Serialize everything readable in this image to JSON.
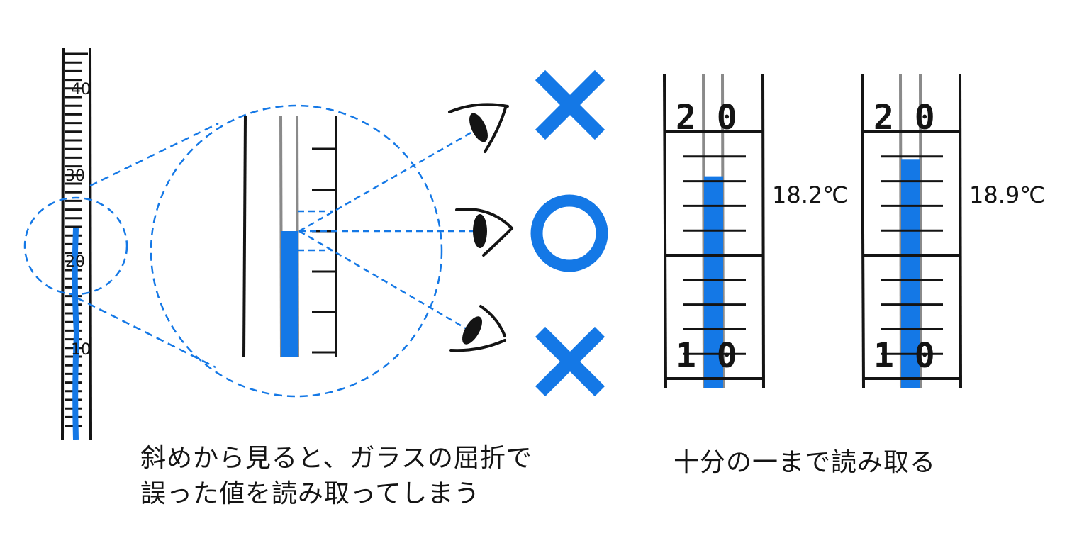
{
  "colors": {
    "accent": "#1478e6",
    "ink": "#141414",
    "tube": "#8a8a8a"
  },
  "left_thermometer": {
    "scale_labels": [
      "40",
      "30",
      "20",
      "10"
    ]
  },
  "parallax": {
    "eye_marks": [
      {
        "eye": "eye-top",
        "mark": "cross",
        "meaning": "wrong"
      },
      {
        "eye": "eye-middle",
        "mark": "circle",
        "meaning": "correct"
      },
      {
        "eye": "eye-bottom",
        "mark": "cross",
        "meaning": "wrong"
      }
    ],
    "caption_line1": "斜めから見ると、ガラスの屈折で",
    "caption_line2": "誤った値を読み取ってしまう"
  },
  "readings": {
    "scale_top": "2 0",
    "scale_bottom": "1 0",
    "examples": [
      {
        "value": 18.2,
        "label": "18.2℃"
      },
      {
        "value": 18.9,
        "label": "18.9℃"
      }
    ],
    "caption": "十分の一まで読み取る"
  }
}
